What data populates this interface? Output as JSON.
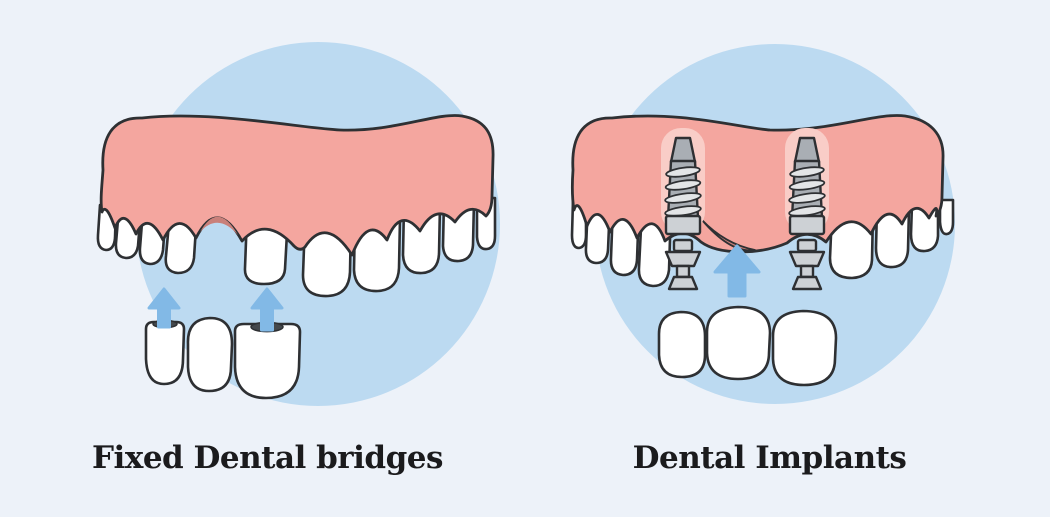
{
  "panels": [
    {
      "id": "fixed-dental-bridges",
      "label": "Fixed Dental bridges"
    },
    {
      "id": "dental-implants",
      "label": "Dental Implants"
    }
  ],
  "colors": {
    "background": "#edf2f9",
    "circle": "#bcdaf1",
    "gum": "#f4a69f",
    "gum_shadow": "#c9807a",
    "implant_halo": "#f9cdc7",
    "tooth": "#ffffff",
    "outline": "#2e3033",
    "implant_body": "#a9aeb4",
    "implant_light": "#cdd1d5",
    "thread": "#e3e5e7",
    "crown_opening": "#44484c",
    "arrow": "#82b9e6",
    "text": "#1b1b1d"
  }
}
